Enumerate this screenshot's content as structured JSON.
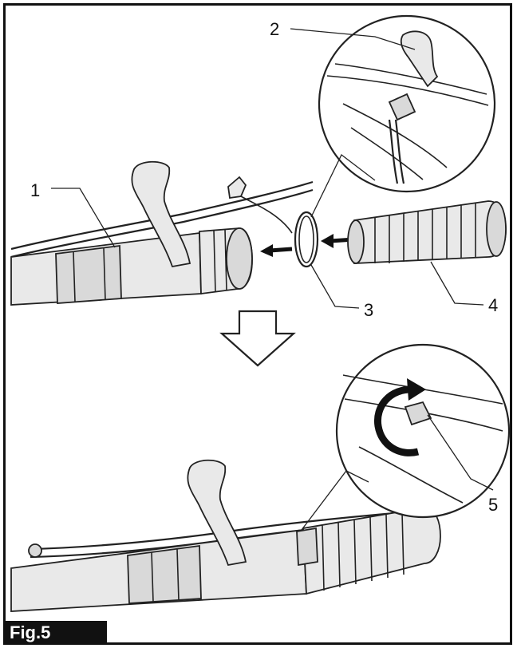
{
  "figure": {
    "label": "Fig.5",
    "callouts": [
      "1",
      "2",
      "3",
      "4",
      "5"
    ]
  },
  "colors": {
    "line": "#222222",
    "fill_light": "#e9e9e9",
    "fill_mid": "#d9d9d9",
    "label_bg": "#111111",
    "label_text": "#ffffff"
  }
}
